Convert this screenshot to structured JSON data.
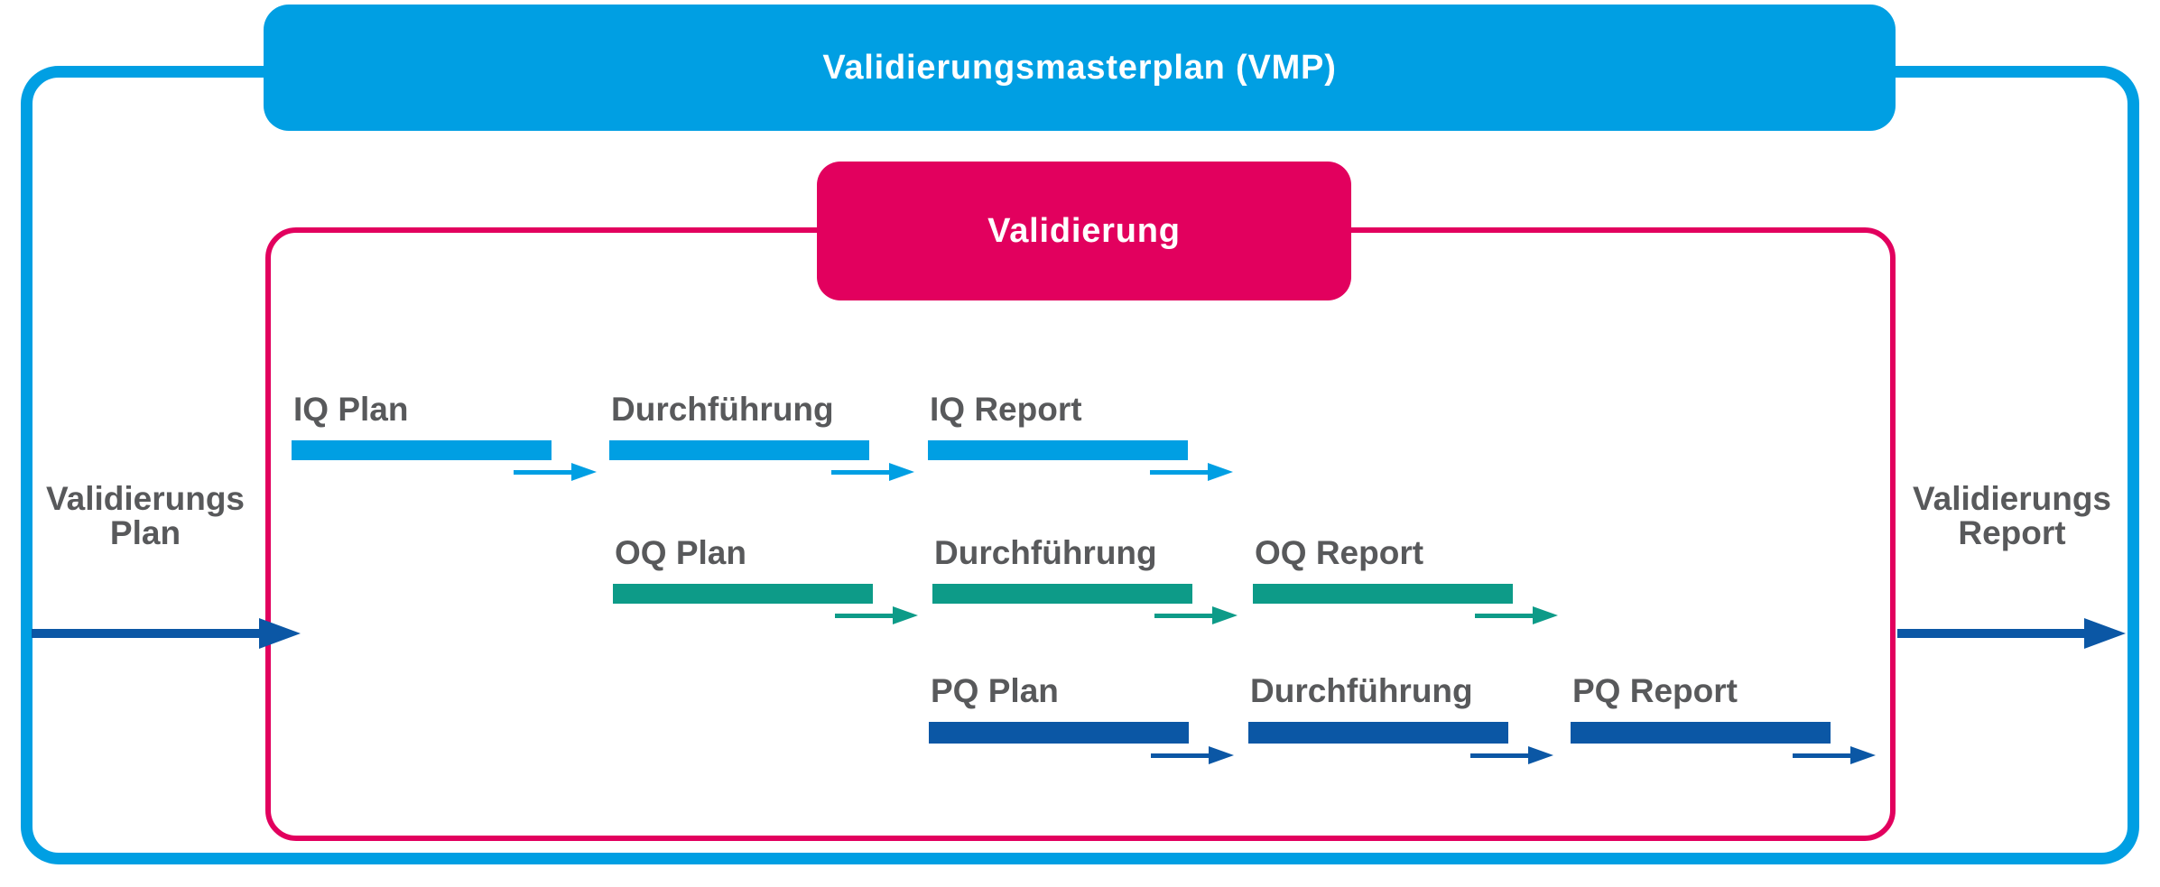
{
  "vmp": {
    "title": "Validierungsmasterplan (VMP)"
  },
  "validierung": {
    "title": "Validierung"
  },
  "left_label": {
    "line1": "Validierungs",
    "line2": "Plan"
  },
  "right_label": {
    "line1": "Validierungs",
    "line2": "Report"
  },
  "rows": [
    {
      "name": "IQ",
      "color": "#009FE3",
      "steps": [
        "IQ Plan",
        "Durchführung",
        "IQ Report"
      ]
    },
    {
      "name": "OQ",
      "color": "#0D9B88",
      "steps": [
        "OQ Plan",
        "Durchführung",
        "OQ Report"
      ]
    },
    {
      "name": "PQ",
      "color": "#0B57A5",
      "steps": [
        "PQ Plan",
        "Durchführung",
        "PQ Report"
      ]
    }
  ],
  "colors": {
    "azure": "#009FE3",
    "magenta": "#E2005E",
    "teal": "#0D9B88",
    "dark_blue": "#0B57A5",
    "label_gray": "#58595B"
  }
}
